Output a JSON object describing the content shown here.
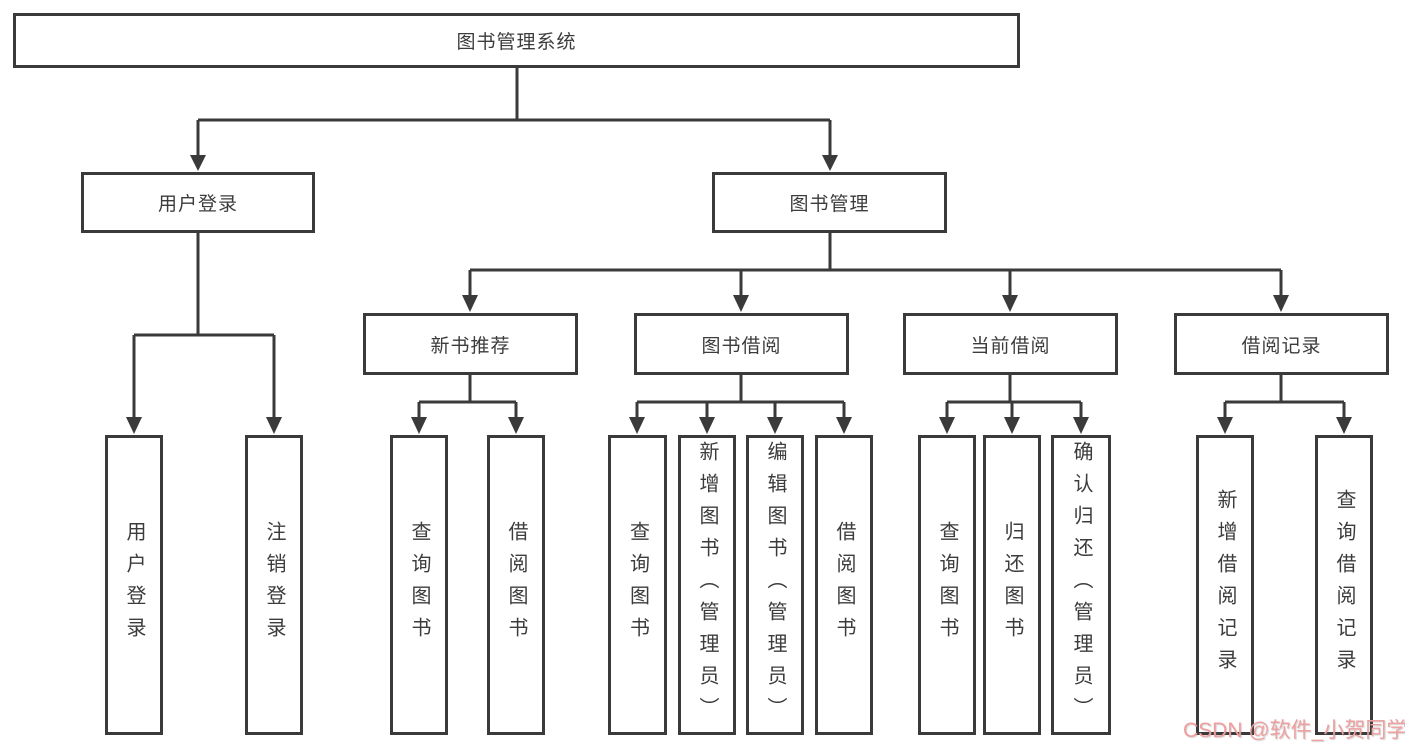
{
  "tree": {
    "root": {
      "label": "图书管理系统"
    },
    "branches": [
      {
        "label": "用户登录",
        "children": [
          "用户登录",
          "注销登录"
        ]
      },
      {
        "label": "图书管理",
        "sections": [
          {
            "label": "新书推荐",
            "children": [
              "查询图书",
              "借阅图书"
            ]
          },
          {
            "label": "图书借阅",
            "children": [
              "查询图书",
              "新增图书（管理员）",
              "编辑图书（管理员）",
              "借阅图书"
            ]
          },
          {
            "label": "当前借阅",
            "children": [
              "查询图书",
              "归还图书",
              "确认归还（管理员）"
            ]
          },
          {
            "label": "借阅记录",
            "children": [
              "新增借阅记录",
              "查询借阅记录"
            ]
          }
        ]
      }
    ]
  },
  "watermark": {
    "text": "CSDN @软件_小贺同学",
    "color": "#ef9f9f"
  },
  "colors": {
    "background": "#ffffff",
    "line": "#3a3a3a",
    "text": "#3c3c3c",
    "box_fill": "#ffffff"
  }
}
